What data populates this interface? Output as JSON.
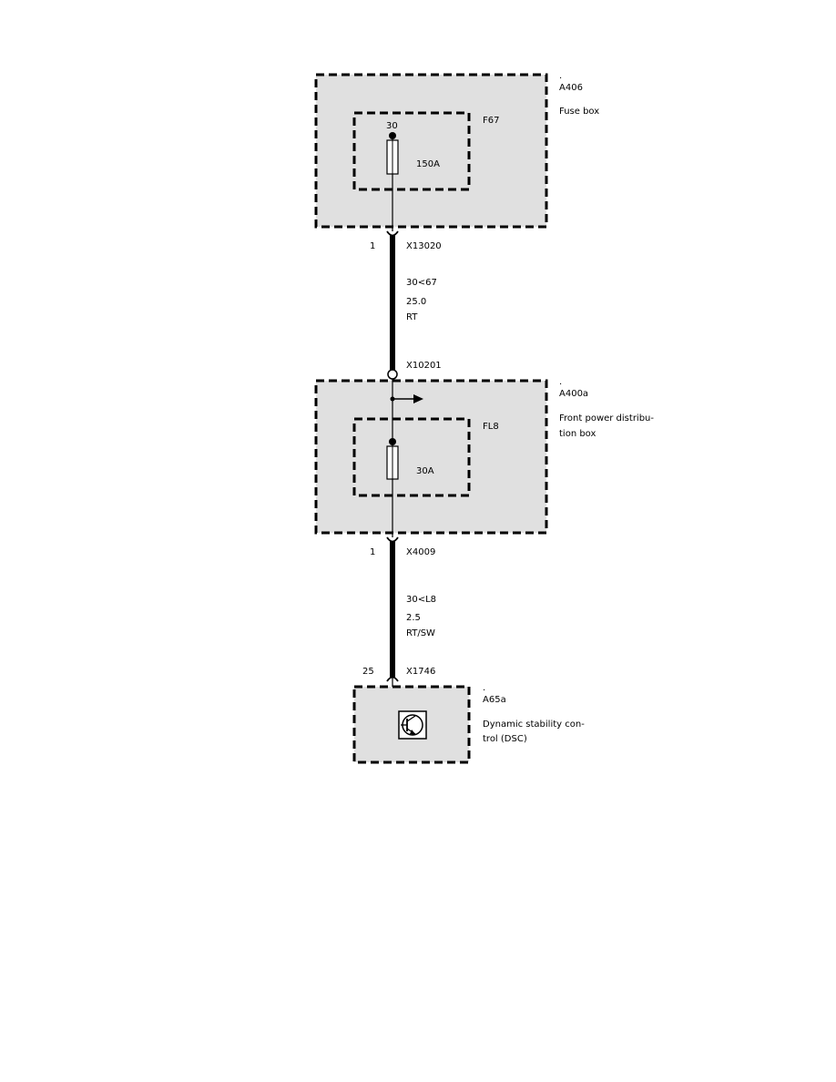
{
  "fuse_box": {
    "dot": ".",
    "id": "A406",
    "name": "Fuse box",
    "fuse": {
      "id": "F67",
      "terminal": "30",
      "rating": "150A"
    }
  },
  "wire1": {
    "top_pin": "1",
    "top_connector": "X13020",
    "circuit": "30<67",
    "gauge": "25.0",
    "color": "RT",
    "bottom_connector": "X10201"
  },
  "front_box": {
    "dot": ".",
    "id": "A400a",
    "name_line1": "Front power distribu-",
    "name_line2": "tion box",
    "fuse": {
      "id": "FL8",
      "rating": "30A"
    }
  },
  "wire2": {
    "top_pin": "1",
    "top_connector": "X4009",
    "circuit": "30<L8",
    "gauge": "2.5",
    "color": "RT/SW",
    "bottom_pin": "25",
    "bottom_connector": "X1746"
  },
  "dsc": {
    "dot": ".",
    "id": "A65a",
    "name_line1": "Dynamic stability con-",
    "name_line2": "trol (DSC)"
  }
}
